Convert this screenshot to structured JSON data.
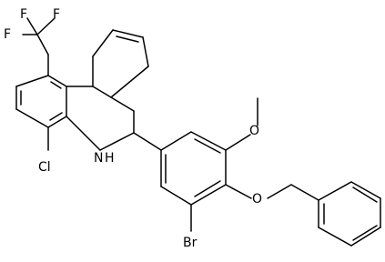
{
  "structure": {
    "atom_labels": {
      "f_top_left": "F",
      "f_top_right": "F",
      "f_left": "F",
      "chlorine": "Cl",
      "amine": "N",
      "amine_h": "H",
      "bromine": "Br",
      "methoxy_oxygen": "O",
      "ether_oxygen": "O"
    }
  }
}
